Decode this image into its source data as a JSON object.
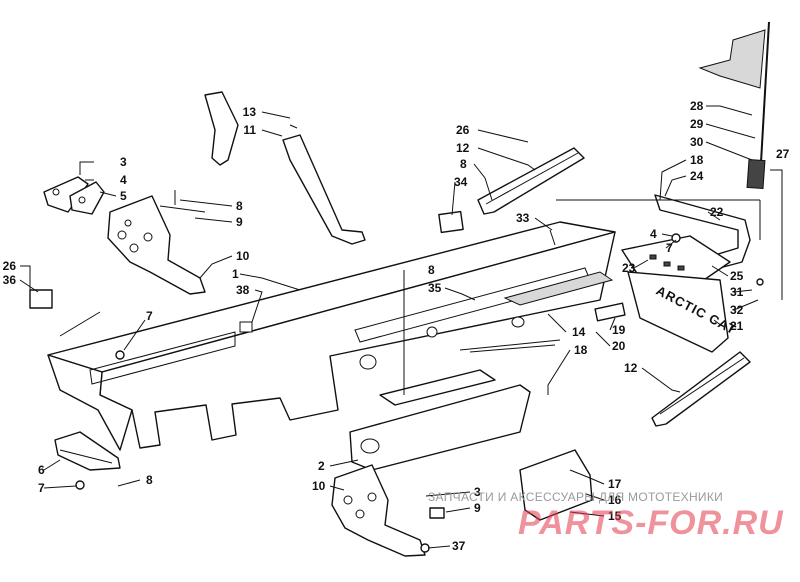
{
  "diagram": {
    "callouts": [
      {
        "id": "c13",
        "text": "13"
      },
      {
        "id": "c11",
        "text": "11"
      },
      {
        "id": "c3a",
        "text": "3"
      },
      {
        "id": "c4a",
        "text": "4"
      },
      {
        "id": "c5",
        "text": "5"
      },
      {
        "id": "c8a",
        "text": "8"
      },
      {
        "id": "c9a",
        "text": "9"
      },
      {
        "id": "c10a",
        "text": "10"
      },
      {
        "id": "c1",
        "text": "1"
      },
      {
        "id": "c26a",
        "text": "26"
      },
      {
        "id": "c36",
        "text": "36"
      },
      {
        "id": "c38",
        "text": "38"
      },
      {
        "id": "c7a",
        "text": "7"
      },
      {
        "id": "c8b",
        "text": "8"
      },
      {
        "id": "c35",
        "text": "35"
      },
      {
        "id": "c34",
        "text": "34"
      },
      {
        "id": "c26b",
        "text": "26"
      },
      {
        "id": "c12a",
        "text": "12"
      },
      {
        "id": "c8c",
        "text": "8"
      },
      {
        "id": "c33",
        "text": "33"
      },
      {
        "id": "c28",
        "text": "28"
      },
      {
        "id": "c29",
        "text": "29"
      },
      {
        "id": "c30",
        "text": "30"
      },
      {
        "id": "c27",
        "text": "27"
      },
      {
        "id": "c18a",
        "text": "18"
      },
      {
        "id": "c24",
        "text": "24"
      },
      {
        "id": "c22",
        "text": "22"
      },
      {
        "id": "c4b",
        "text": "4"
      },
      {
        "id": "c7b",
        "text": "7"
      },
      {
        "id": "c23",
        "text": "23"
      },
      {
        "id": "c25",
        "text": "25"
      },
      {
        "id": "c31",
        "text": "31"
      },
      {
        "id": "c32",
        "text": "32"
      },
      {
        "id": "c21",
        "text": "21"
      },
      {
        "id": "c14",
        "text": "14"
      },
      {
        "id": "c19",
        "text": "19"
      },
      {
        "id": "c20",
        "text": "20"
      },
      {
        "id": "c18b",
        "text": "18"
      },
      {
        "id": "c12b",
        "text": "12"
      },
      {
        "id": "c6",
        "text": "6"
      },
      {
        "id": "c7c",
        "text": "7"
      },
      {
        "id": "c8d",
        "text": "8"
      },
      {
        "id": "c2",
        "text": "2"
      },
      {
        "id": "c10b",
        "text": "10"
      },
      {
        "id": "c3b",
        "text": "3"
      },
      {
        "id": "c9b",
        "text": "9"
      },
      {
        "id": "c37",
        "text": "37"
      },
      {
        "id": "c17",
        "text": "17"
      },
      {
        "id": "c16",
        "text": "16"
      },
      {
        "id": "c15",
        "text": "15"
      }
    ],
    "flap_decal": "ARCTIC CAT"
  },
  "watermark": {
    "caption": "ЗАПЧАСТИ И АКСЕССУАРЫ ДЛЯ МОТОТЕХНИКИ",
    "logo": "PARTS-FOR.RU",
    "logo_color": "#e23a4a",
    "caption_color": "#9a9a9a"
  }
}
